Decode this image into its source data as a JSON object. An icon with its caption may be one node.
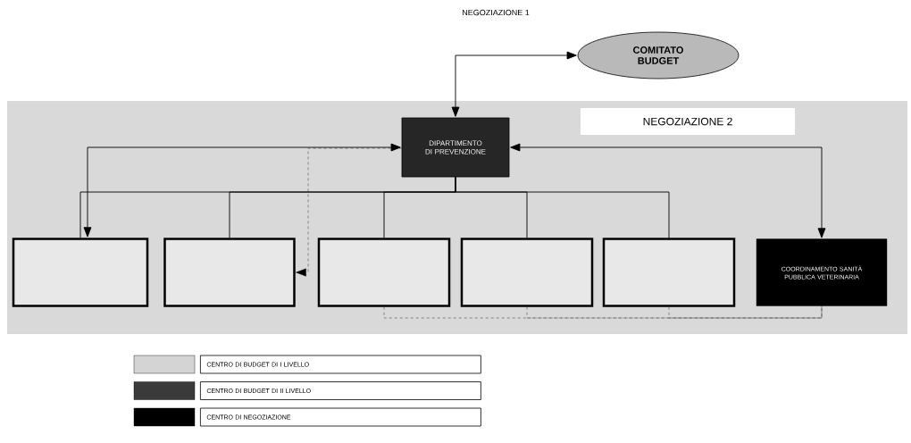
{
  "diagram": {
    "nodes": [
      {
        "text": [
          "COMITATO BUDGET"
        ]
      },
      {
        "text": [
          "DIPARTIMENTO DI PREVENZIONE"
        ]
      },
      {
        "text": [],
        "shape": "box"
      },
      {
        "text": [],
        "shape": "box"
      },
      {
        "text": [],
        "shape": "box"
      },
      {
        "text": [],
        "shape": "box"
      },
      {
        "text": [],
        "shape": "box"
      },
      {
        "text": [
          "COORDINAMENTO SANITÀ PUBBLICA VETERINARIA"
        ]
      }
    ],
    "edges": [
      {
        "from": 0,
        "to": 1,
        "arrow": "both"
      },
      {
        "from": 1,
        "to": 2,
        "arrow": "none"
      },
      {
        "from": 1,
        "to": 3,
        "arrow": "none"
      },
      {
        "from": 1,
        "to": 4,
        "arrow": "none"
      },
      {
        "from": 1,
        "to": 5,
        "arrow": "none"
      },
      {
        "from": 1,
        "to": 6,
        "arrow": "none"
      },
      {
        "from": 1,
        "to": 2,
        "arrow": "both"
      },
      {
        "from": 1,
        "to": 3,
        "arrow": "to",
        "style": "dashed"
      },
      {
        "from": 1,
        "to": 7,
        "arrow": "both"
      },
      {
        "from": 4,
        "to": 7,
        "arrow": "none",
        "style": "dashed"
      },
      {
        "from": 5,
        "to": 7,
        "arrow": "none",
        "style": "dashed"
      },
      {
        "from": 6,
        "to": 7,
        "arrow": "none",
        "style": "dashed"
      }
    ],
    "labels": [
      "NEGOZIAZIONE 1",
      "NEGOZIAZIONE 2"
    ],
    "legend": [
      {
        "text": "CENTRO DI BUDGET DI I LIVELLO",
        "color": "#d4d4d4"
      },
      {
        "text": "CENTRO DI BUDGET DI II LIVELLO",
        "color": "#3a3a3a"
      },
      {
        "text": "CENTRO DI NEGOZIAZIONE",
        "color": "#000000"
      }
    ]
  }
}
